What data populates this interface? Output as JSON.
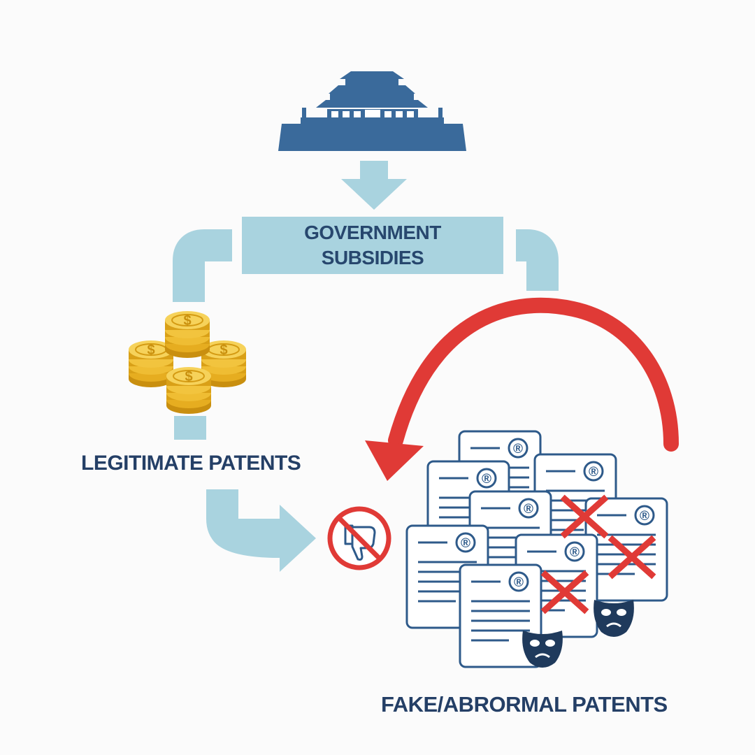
{
  "labels": {
    "subsidy_line1": "GOVERNMENT",
    "subsidy_line2": "SUBSIDIES",
    "legitimate": "LEGITIMATE PATENTS",
    "fake": "FAKE/ABRORMAL PATENTS"
  },
  "icons": {
    "government": "government-building-icon",
    "coins": "coin-stack-icon",
    "dollar_glyph": "$",
    "registered_glyph": "®",
    "no_dislike": "no-thumbs-down-icon",
    "mask": "theater-mask-icon",
    "reject": "red-x-icon"
  },
  "colors": {
    "navy": "#3a6a9b",
    "flow": "#a9d3df",
    "red": "#e03a36",
    "gold": "#e9b628",
    "text": "#243f66"
  }
}
